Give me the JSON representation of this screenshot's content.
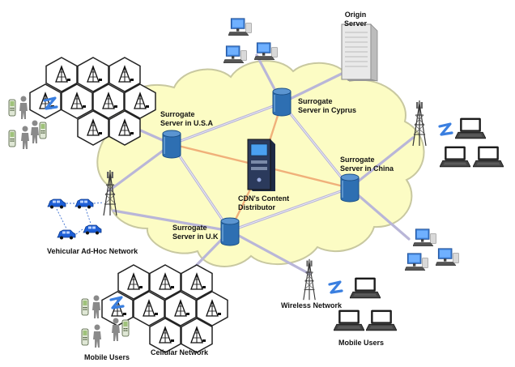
{
  "labels": {
    "origin_server": [
      "Origin",
      "Server"
    ],
    "surrogate_usa": [
      "Surrogate",
      "Server in U.S.A"
    ],
    "surrogate_cyprus": [
      "Surrogate",
      "Server in Cyprus"
    ],
    "surrogate_china": [
      "Surrogate",
      "Server in China"
    ],
    "surrogate_uk": [
      "Surrogate",
      "Server in U.K"
    ],
    "content_distributor": [
      "CDN's Content",
      "Distributor"
    ],
    "vehicular_network": "Vehicular Ad-Hoc Network",
    "cellular_network": "Cellular Network",
    "wireless_network": "Wireless Network",
    "mobile_users_left": "Mobile Users",
    "mobile_users_right": "Mobile Users"
  },
  "colors": {
    "cloud_fill": "#fcfcc4",
    "cloud_stroke": "#c8c8a0",
    "link_lavender": "#b9b6d8",
    "link_orange": "#f0b07a",
    "server_blue": "#2e6fb2",
    "hex_stroke": "#222222"
  },
  "icons": {
    "server": "database-cylinder-icon",
    "origin": "server-tower-icon",
    "distributor": "desktop-computer-icon",
    "tower": "radio-tower-icon",
    "laptop": "laptop-icon",
    "person": "person-icon",
    "phone": "mobile-phone-icon",
    "car": "car-icon",
    "signal": "wireless-signal-icon"
  }
}
